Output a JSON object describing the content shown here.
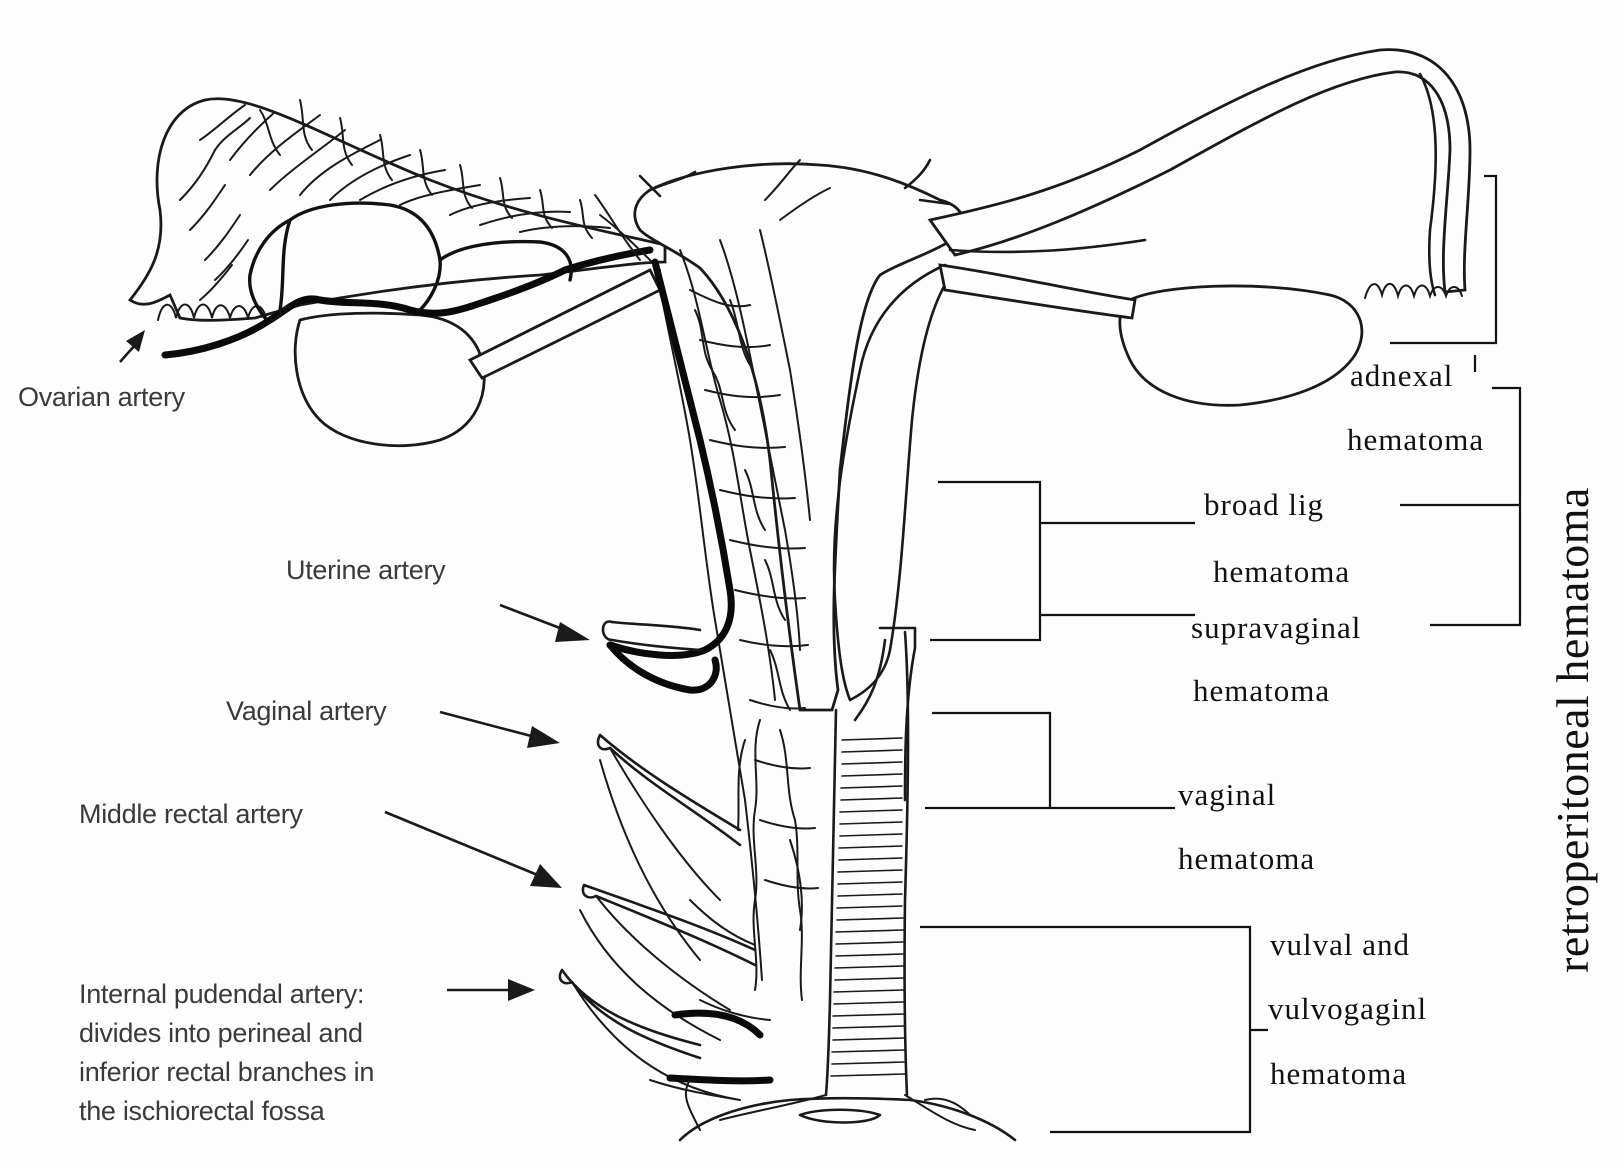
{
  "labels": {
    "ovarian_artery": "Ovarian artery",
    "uterine_artery": "Uterine artery",
    "vaginal_artery": "Vaginal artery",
    "middle_rectal_artery": "Middle rectal artery",
    "internal_pudendal_artery": [
      "Internal pudendal artery:",
      "divides into perineal and",
      "inferior rectal branches in",
      "the ischiorectal fossa"
    ]
  },
  "hematoma_labels": {
    "adnexal": [
      "adnexal",
      "hematoma"
    ],
    "broad_lig": [
      "broad lig",
      "hematoma"
    ],
    "supravaginal": [
      "supravaginal",
      "hematoma"
    ],
    "vaginal": [
      "vaginal",
      "hematoma"
    ],
    "vulval": [
      "vulval  and",
      "vulvogaginl",
      "hematoma"
    ]
  },
  "group_label": "retroperitoneal hematoma"
}
